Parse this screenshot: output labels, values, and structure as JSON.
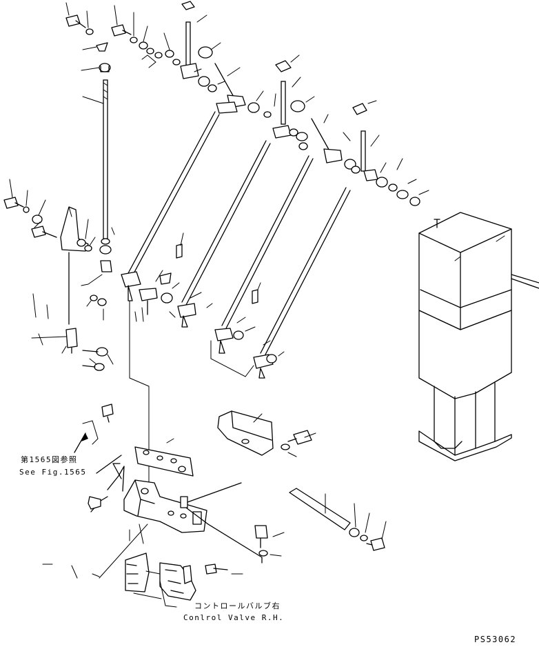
{
  "labels": {
    "see_fig_jp": "第1565図参照",
    "see_fig_en": "See Fig.1565",
    "control_valve_jp": "コントロールバルブ右",
    "control_valve_en": "Conlrol Valve R.H.",
    "drawing_code": "PS53062"
  }
}
